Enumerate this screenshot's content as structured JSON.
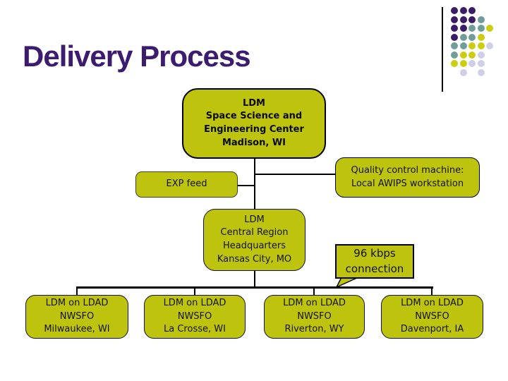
{
  "slide": {
    "title": "Delivery Process"
  },
  "colors": {
    "title_color": "#3B1C6E",
    "box_fill": "#BEC40E",
    "line_color": "#000000"
  },
  "nodes": {
    "madison": {
      "text": "LDM\nSpace Science and\nEngineering Center\nMadison, WI"
    },
    "exp_feed": {
      "text": "EXP feed"
    },
    "quality": {
      "text": "Quality control machine:\nLocal AWIPS workstation"
    },
    "kansas": {
      "text": "LDM\nCentral Region\nHeadquarters\nKansas City, MO"
    },
    "callout": {
      "text": "96 kbps\nconnection"
    },
    "sites": [
      {
        "text": "LDM on LDAD\nNWSFO\nMilwaukee, WI"
      },
      {
        "text": "LDM on LDAD\nNWSFO\nLa Crosse, WI"
      },
      {
        "text": "LDM on LDAD\nNWSFO\nRiverton, WY"
      },
      {
        "text": "LDM on LDAD\nNWSFO\nDavenport, IA"
      }
    ]
  },
  "decoration": {
    "dot_colors": {
      "P": "#3A1D66",
      "T": "#6F9E99",
      "Y": "#CCCC11",
      "L": "#CFCFE8"
    },
    "dot_grid": [
      "PPP..",
      "PPPT.",
      "PPTTY",
      "PTTY.",
      "TTYYL",
      "TYYL.",
      "YYLL.",
      ".L.L."
    ]
  }
}
